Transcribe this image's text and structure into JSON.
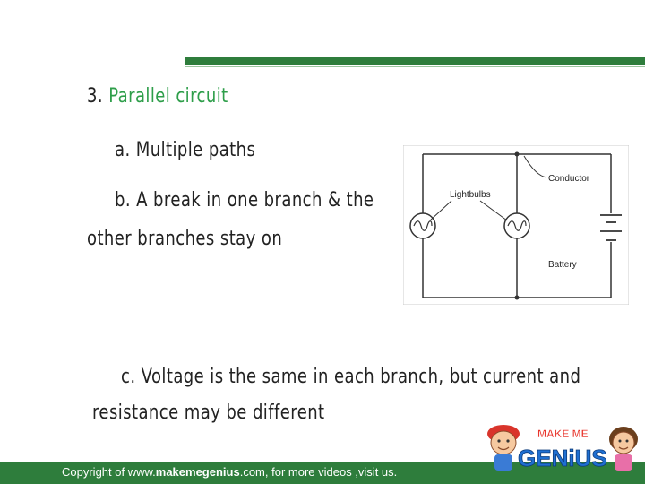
{
  "slide": {
    "heading_number": "3.",
    "heading_title": "Parallel circuit",
    "point_a": "a.  Multiple paths",
    "point_b_line1": "b.  A break in one branch & the",
    "point_b_line2": "other branches stay on",
    "point_c_line1": "c.  Voltage is the same in each branch, but current and",
    "point_c_line2": "resistance may be different"
  },
  "diagram": {
    "label_lightbulbs": "Lightbulbs",
    "label_conductor": "Conductor",
    "label_battery": "Battery"
  },
  "footer": {
    "prefix": "Copyright of  www.",
    "brand": "makemegenius",
    "suffix": ".com, for more videos ,visit us."
  },
  "logo": {
    "top_text": "MAKE ME",
    "main_text": "GENiUS"
  },
  "colors": {
    "accent_green": "#2e7d3c",
    "heading_green": "#2e9e4a"
  }
}
